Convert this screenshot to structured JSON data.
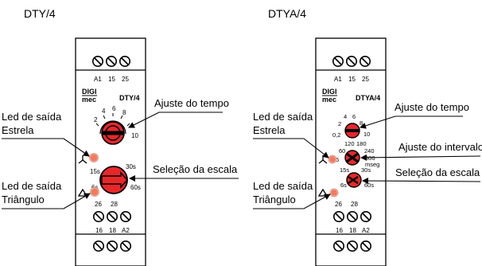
{
  "left": {
    "title": "DTY/4",
    "terminals_top": [
      "A1",
      "15",
      "25"
    ],
    "brand_line1": "DIGI",
    "brand_line2": "mec",
    "model": "DTY/4",
    "time_knob": {
      "ticks": [
        "2",
        "4",
        "6",
        "8",
        "10"
      ]
    },
    "scale_knob": {
      "labels": [
        "15s",
        "30s",
        "6s",
        "60s"
      ]
    },
    "terminals_mid": [
      "26",
      "28"
    ],
    "terminals_bottom": [
      "16",
      "18",
      "A2"
    ],
    "callouts": {
      "led_star_1": "Led de saída",
      "led_star_2": "Estrela",
      "led_tri_1": "Led de saída",
      "led_tri_2": "Triângulo",
      "time_adjust": "Ajuste do tempo",
      "scale_select": "Seleção da escala"
    }
  },
  "right": {
    "title": "DTYA/4",
    "terminals_top": [
      "A1",
      "15",
      "25"
    ],
    "brand_line1": "DIGI",
    "brand_line2": "mec",
    "model": "DTYA/4",
    "time_knob": {
      "ticks": [
        "0,2",
        "2",
        "4",
        "6",
        "8",
        "10"
      ]
    },
    "interval_knob": {
      "labels": [
        "120",
        "180",
        "60",
        "240",
        "5",
        "300",
        "mseg"
      ]
    },
    "scale_knob": {
      "labels": [
        "15s",
        "30s",
        "6s",
        "60s"
      ]
    },
    "terminals_mid": [
      "26",
      "28"
    ],
    "terminals_bottom": [
      "16",
      "18",
      "A2"
    ],
    "callouts": {
      "led_star_1": "Led de saída",
      "led_star_2": "Estrela",
      "led_tri_1": "Led de saída",
      "led_tri_2": "Triângulo",
      "time_adjust": "Ajuste do tempo",
      "interval_adjust": "Ajuste do intervalo",
      "scale_select": "Seleção da escala"
    }
  },
  "colors": {
    "knob_red": "#e8272a",
    "led_orange": "#f47a5a",
    "panel_border": "#000000"
  }
}
